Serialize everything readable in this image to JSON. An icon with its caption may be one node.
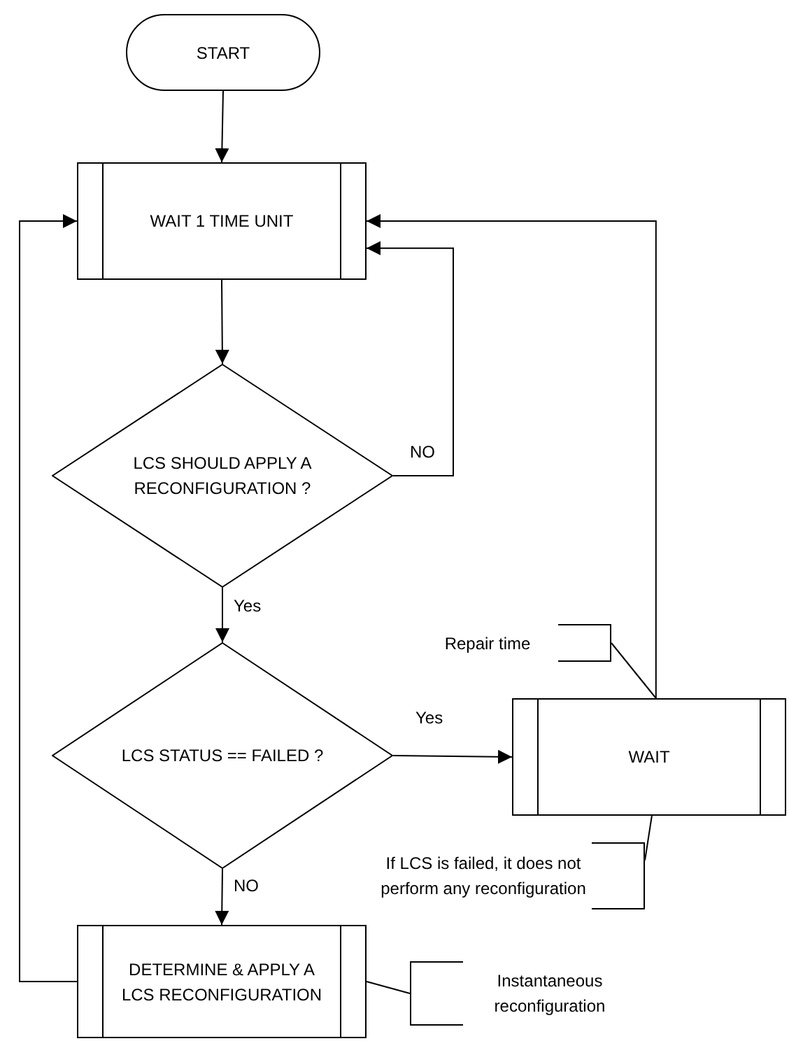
{
  "diagram": {
    "nodes": [
      {
        "text": [
          "START"
        ]
      },
      {
        "text": [
          "WAIT 1 TIME UNIT"
        ]
      },
      {
        "text": [
          "LCS SHOULD APPLY A RECONFIGURATION ?"
        ]
      },
      {
        "text": [
          "Repair time"
        ]
      },
      {
        "text": [
          "LCS STATUS == FAILED ?"
        ]
      },
      {
        "text": [
          "WAIT"
        ]
      },
      {
        "text": [
          "If LCS is failed, it does not perform any reconfiguration"
        ]
      },
      {
        "text": [
          "DETERMINE & APPLY A LCS RECONFIGURATION"
        ]
      },
      {
        "text": [
          "Instantaneous reconfiguration"
        ]
      }
    ],
    "edges": [
      {
        "from": 0,
        "to": 1,
        "arrow": "to"
      },
      {
        "from": 1,
        "to": 2,
        "arrow": "to"
      },
      {
        "from": 2,
        "to": 1,
        "arrow": "to",
        "label": "NO"
      },
      {
        "from": 2,
        "to": 4,
        "arrow": "to",
        "label": "Yes"
      },
      {
        "from": 4,
        "to": 5,
        "arrow": "to",
        "label": "Yes"
      },
      {
        "from": 5,
        "to": 1,
        "arrow": "to"
      },
      {
        "from": 4,
        "to": 7,
        "arrow": "to",
        "label": "NO"
      },
      {
        "from": 7,
        "to": 1,
        "arrow": "to"
      },
      {
        "from": 3,
        "to": 5,
        "arrow": "none"
      },
      {
        "from": 6,
        "to": 5,
        "arrow": "none"
      },
      {
        "from": 8,
        "to": 7,
        "arrow": "none"
      }
    ]
  }
}
